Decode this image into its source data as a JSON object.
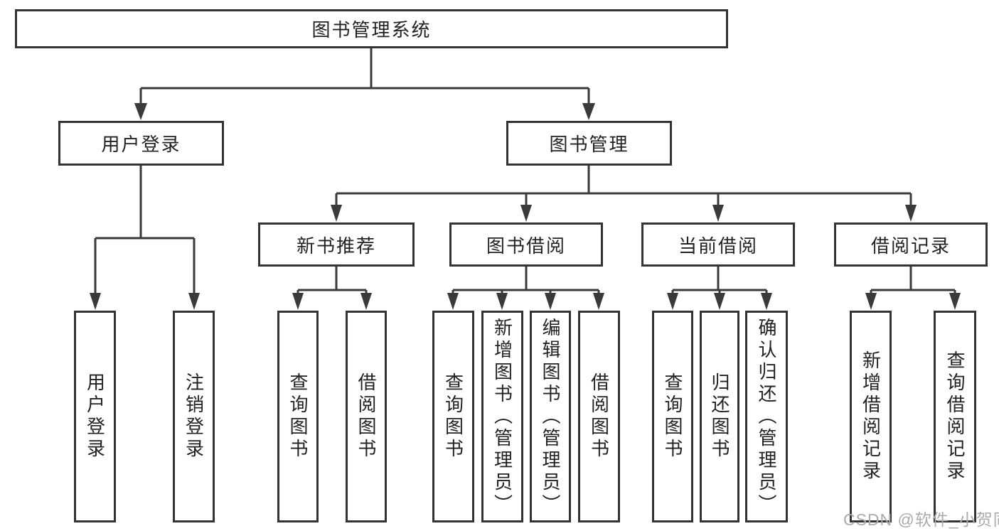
{
  "nodes": {
    "root": {
      "label": "图书管理系统"
    },
    "level2": [
      {
        "id": "user-login",
        "label": "用户登录"
      },
      {
        "id": "book-management",
        "label": "图书管理"
      }
    ],
    "level3": [
      {
        "id": "new-book-recommend",
        "label": "新书推荐",
        "parent": "图书管理"
      },
      {
        "id": "book-borrowing",
        "label": "图书借阅",
        "parent": "图书管理"
      },
      {
        "id": "current-borrowing",
        "label": "当前借阅",
        "parent": "图书管理"
      },
      {
        "id": "borrowing-records",
        "label": "借阅记录",
        "parent": "图书管理"
      }
    ],
    "leaves": [
      {
        "id": "user-login-action",
        "label": "用户登录",
        "parent": "用户登录"
      },
      {
        "id": "logout-action",
        "label": "注销登录",
        "parent": "用户登录"
      },
      {
        "id": "query-books-recommend",
        "label": "查询图书",
        "parent": "新书推荐"
      },
      {
        "id": "borrow-books-recommend",
        "label": "借阅图书",
        "parent": "新书推荐"
      },
      {
        "id": "query-books-borrowing",
        "label": "查询图书",
        "parent": "图书借阅"
      },
      {
        "id": "add-books-admin",
        "label": "新增图书（管理员）",
        "parent": "图书借阅"
      },
      {
        "id": "edit-books-admin",
        "label": "编辑图书（管理员）",
        "parent": "图书借阅"
      },
      {
        "id": "borrow-books-borrowing",
        "label": "借阅图书",
        "parent": "图书借阅"
      },
      {
        "id": "query-books-current",
        "label": "查询图书",
        "parent": "当前借阅"
      },
      {
        "id": "return-books",
        "label": "归还图书",
        "parent": "当前借阅"
      },
      {
        "id": "confirm-return-admin",
        "label": "确认归还（管理员）",
        "parent": "当前借阅"
      },
      {
        "id": "add-borrow-record",
        "label": "新增借阅记录",
        "parent": "借阅记录"
      },
      {
        "id": "query-borrow-record",
        "label": "查询借阅记录",
        "parent": "借阅记录"
      }
    ]
  },
  "watermark": {
    "text": "CSDN @软件_小贺同学"
  },
  "colors": {
    "line": "#3a3a3a",
    "box_border": "#333333",
    "text": "#222222",
    "watermark": "#ababab",
    "background": "#ffffff"
  }
}
